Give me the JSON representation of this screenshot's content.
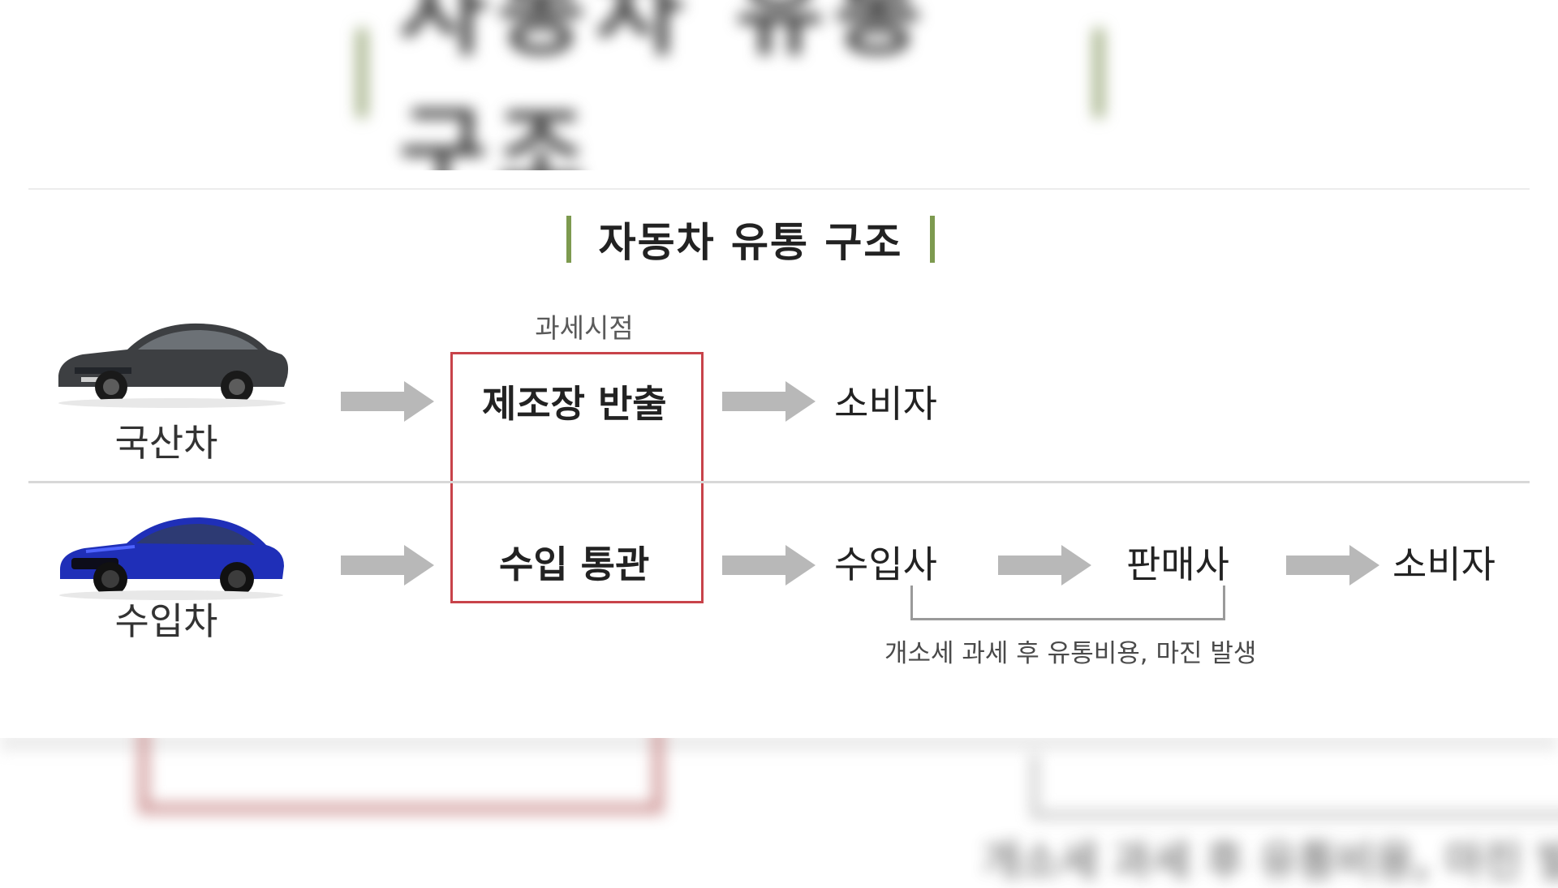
{
  "background": {
    "title": "자동차 유통 구조",
    "bottom_text": "개소세 과세 후 유통비용, 마진 발생"
  },
  "diagram": {
    "title": "자동차 유통 구조",
    "tax_point_label": "과세시점",
    "rows": [
      {
        "source": "국산차",
        "car_color": "dark gray",
        "steps": [
          "제조장 반출",
          "소비자"
        ]
      },
      {
        "source": "수입차",
        "car_color": "blue",
        "steps": [
          "수입 통관",
          "수입사",
          "판매사",
          "소비자"
        ]
      }
    ],
    "bracket_note": "개소세 과세 후 유통비용, 마진 발생"
  },
  "colors": {
    "accent_bar": "#7d9a4f",
    "tax_box": "#c8434a",
    "arrow": "#b8b8b8"
  },
  "icons": {
    "domestic_car": "sedan-car-icon",
    "imported_car": "sedan-car-icon",
    "arrow": "right-arrow-icon"
  }
}
